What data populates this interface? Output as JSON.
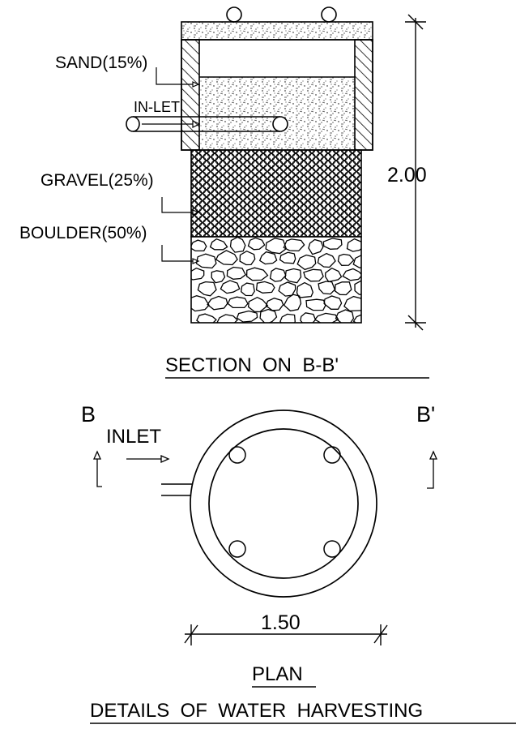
{
  "section": {
    "labels": {
      "sand": "SAND(15%)",
      "inlet": "IN-LET",
      "gravel": "GRAVEL(25%)",
      "boulder": "BOULDER(50%)"
    },
    "height_dimension": "2.00",
    "title": "SECTION  ON  B-B'"
  },
  "plan": {
    "label_b": "B",
    "label_b_prime": "B'",
    "inlet": "INLET",
    "diameter_dimension": "1.50",
    "title": "PLAN"
  },
  "drawing_title": "DETAILS  OF  WATER  HARVESTING"
}
